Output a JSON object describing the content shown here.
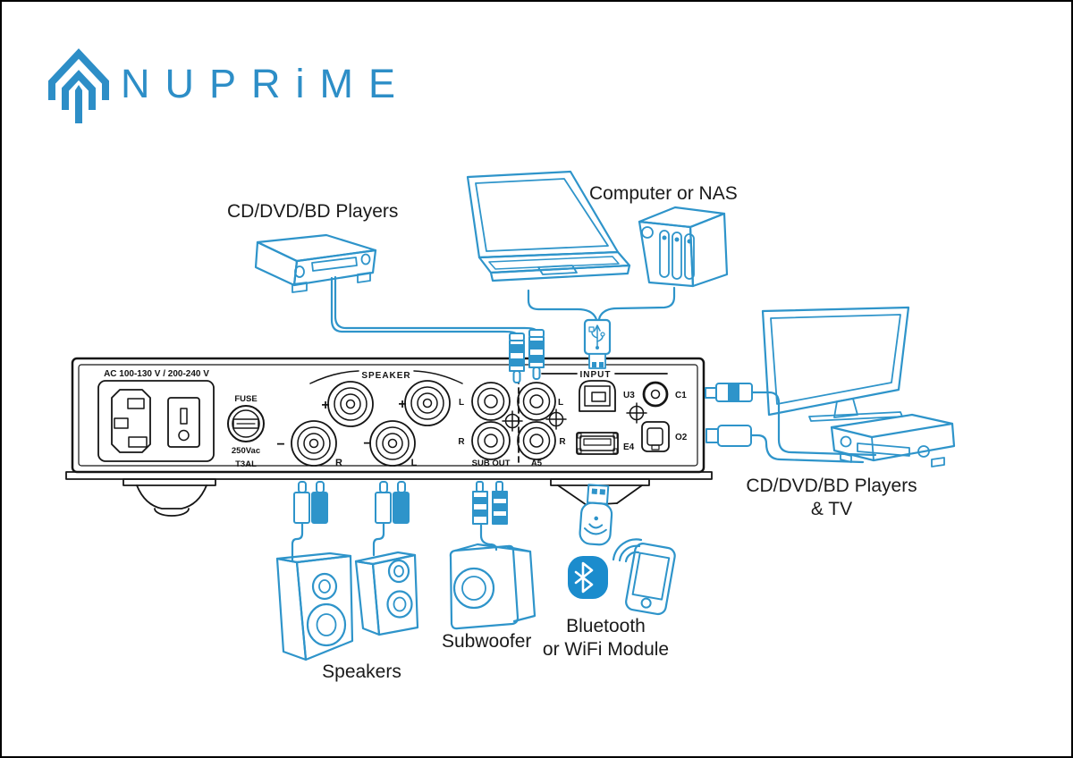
{
  "brand": {
    "wordmark": "NUPRiME"
  },
  "colors": {
    "line_blue": "#2e94ca",
    "ink": "#1a1a1a",
    "bluetooth_fill": "#1b8ccd"
  },
  "device_labels": {
    "cd_players": "CD/DVD/BD Players",
    "computer_nas": "Computer or NAS",
    "cd_tv_line1": "CD/DVD/BD Players",
    "cd_tv_line2": "& TV",
    "speakers": "Speakers",
    "subwoofer": "Subwoofer",
    "bt_line1": "Bluetooth",
    "bt_line2": "or WiFi Module"
  },
  "panel": {
    "ac_rating": "AC 100-130 V / 200-240 V",
    "fuse": {
      "title": "FUSE",
      "rating": "250Vac",
      "type": "T3AL"
    },
    "speaker": {
      "title": "SPEAKER",
      "plus": "+",
      "minus": "−",
      "right": "R",
      "left": "L"
    },
    "sub_out": {
      "title": "SUB OUT",
      "left": "L",
      "right": "R"
    },
    "a5": {
      "title": "A5",
      "left": "L",
      "right": "R"
    },
    "input": {
      "title": "INPUT",
      "ports": [
        {
          "id": "U3",
          "type": "usb-b"
        },
        {
          "id": "C1",
          "type": "coaxial"
        },
        {
          "id": "E4",
          "type": "usb-a"
        },
        {
          "id": "O2",
          "type": "optical"
        }
      ]
    }
  }
}
